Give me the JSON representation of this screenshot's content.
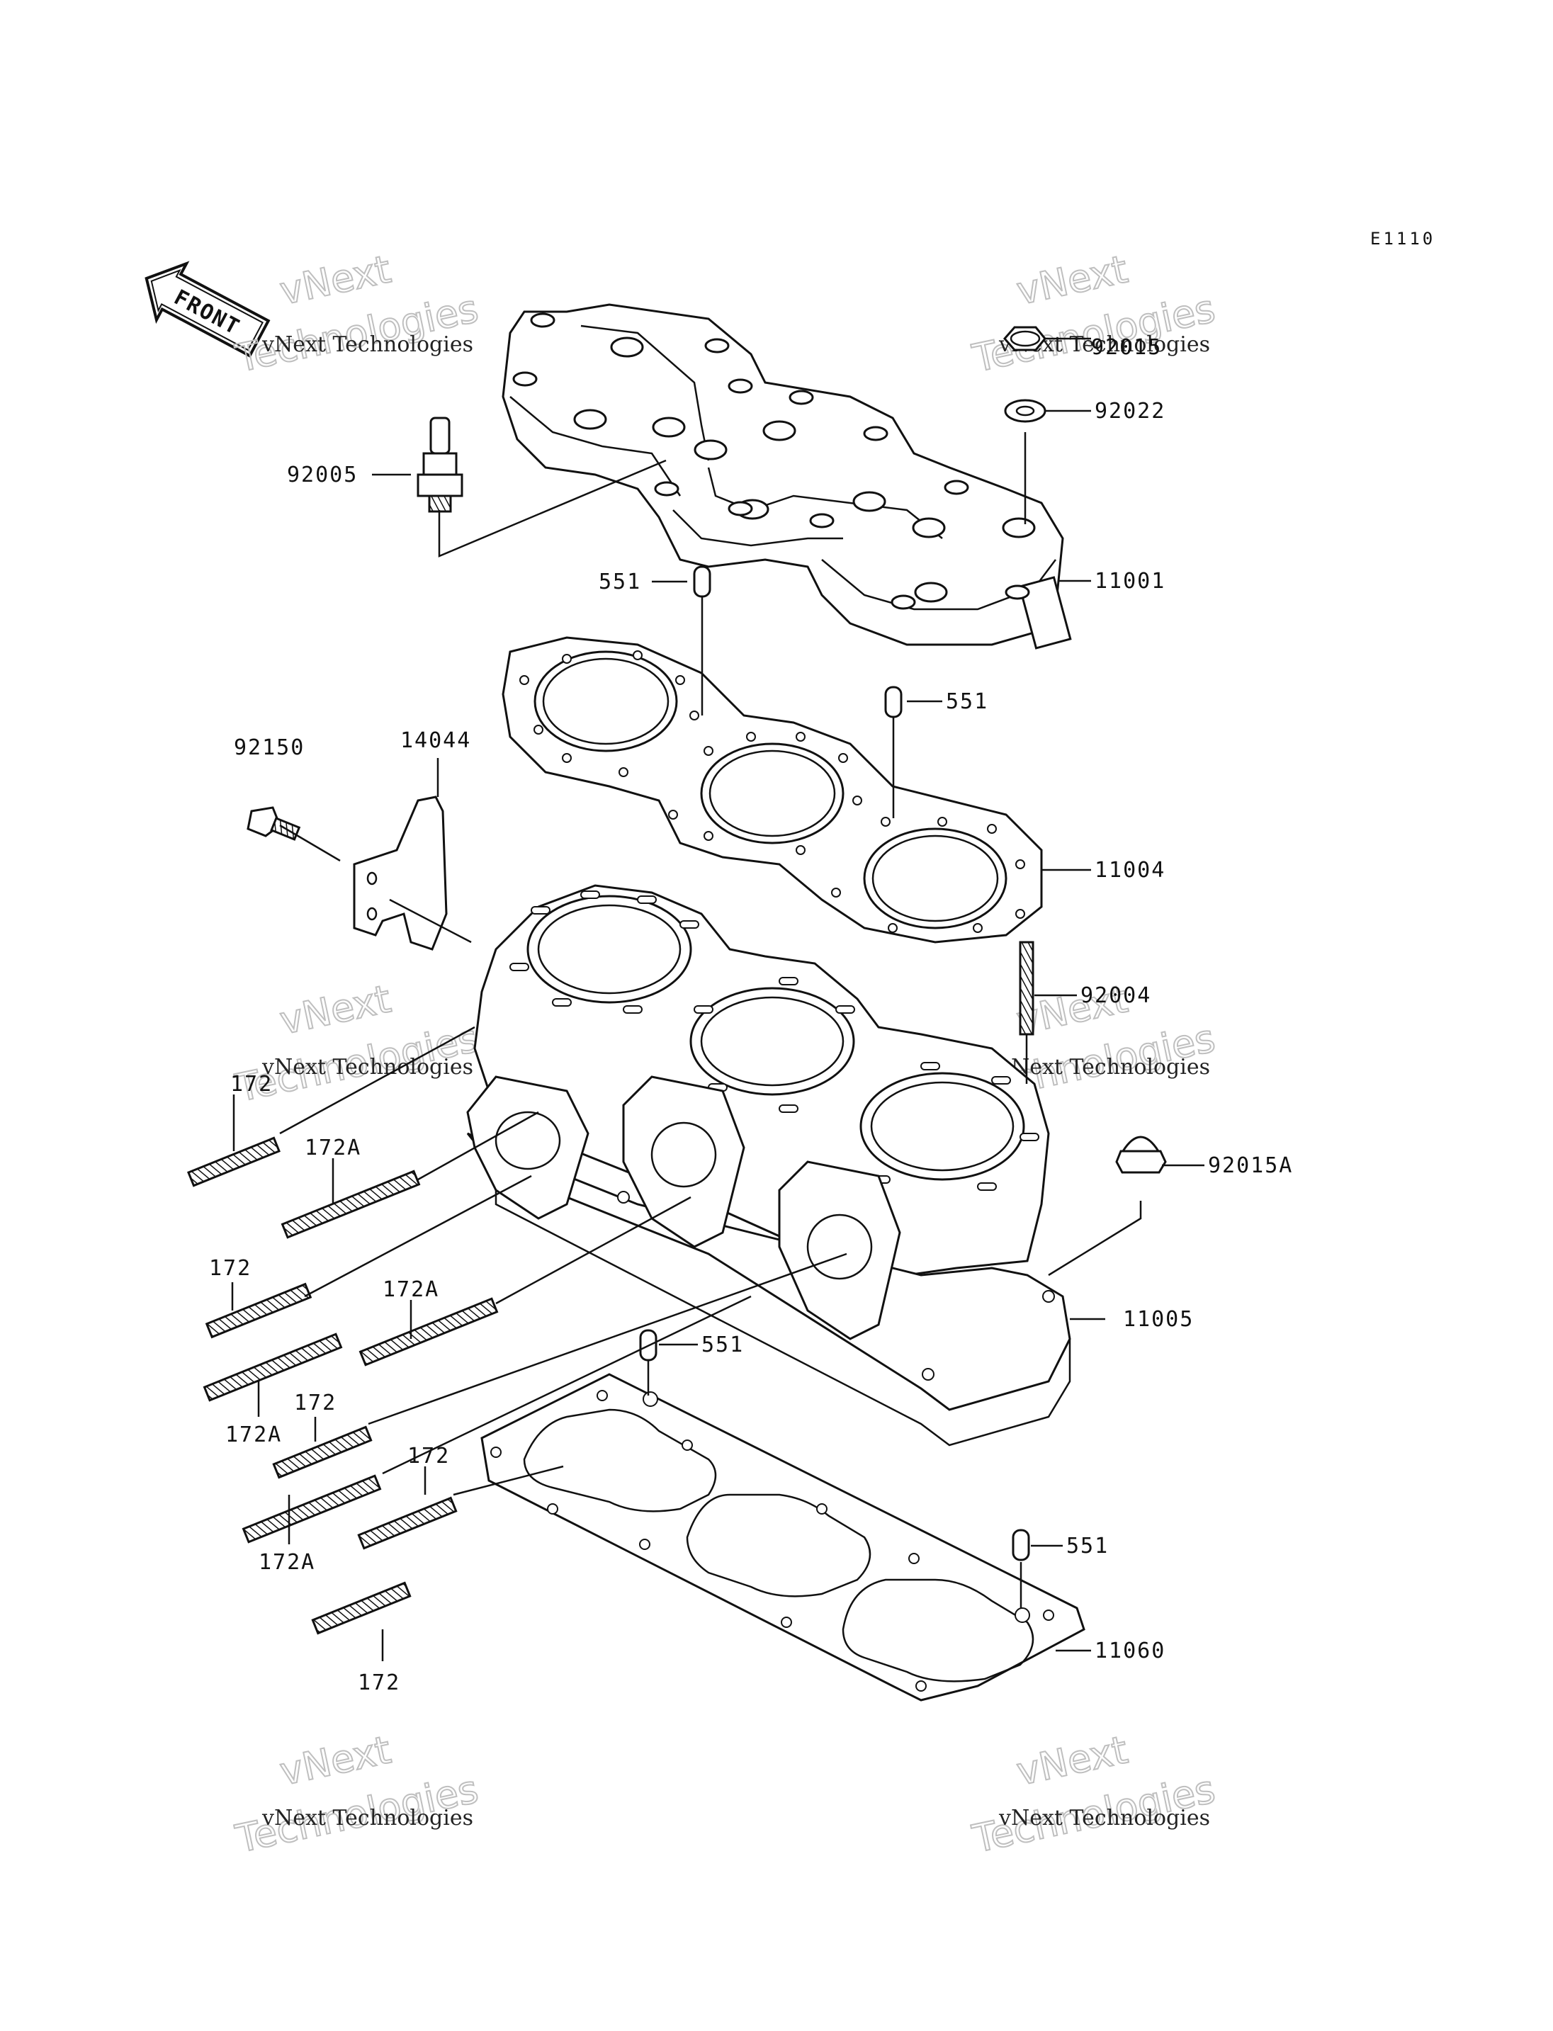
{
  "diagram_code": "E1110",
  "front_label": "FRONT",
  "watermark": {
    "line1": "vNext",
    "line2": "Technologies",
    "caption": "vNext Technologies"
  },
  "callouts": {
    "p92015": "92015",
    "p92022": "92022",
    "p92005": "92005",
    "p11001": "11001",
    "p551_a": "551",
    "p551_b": "551",
    "p92150": "92150",
    "p14044": "14044",
    "p11004": "11004",
    "p92004": "92004",
    "p172_a": "172",
    "p172A_a": "172A",
    "p92015A": "92015A",
    "p172_b": "172",
    "p172A_b": "172A",
    "p11005": "11005",
    "p551_c": "551",
    "p172A_c": "172A",
    "p172_c": "172",
    "p172_d": "172",
    "p551_d": "551",
    "p172A_d": "172A",
    "p11060": "11060",
    "p172_e": "172"
  }
}
